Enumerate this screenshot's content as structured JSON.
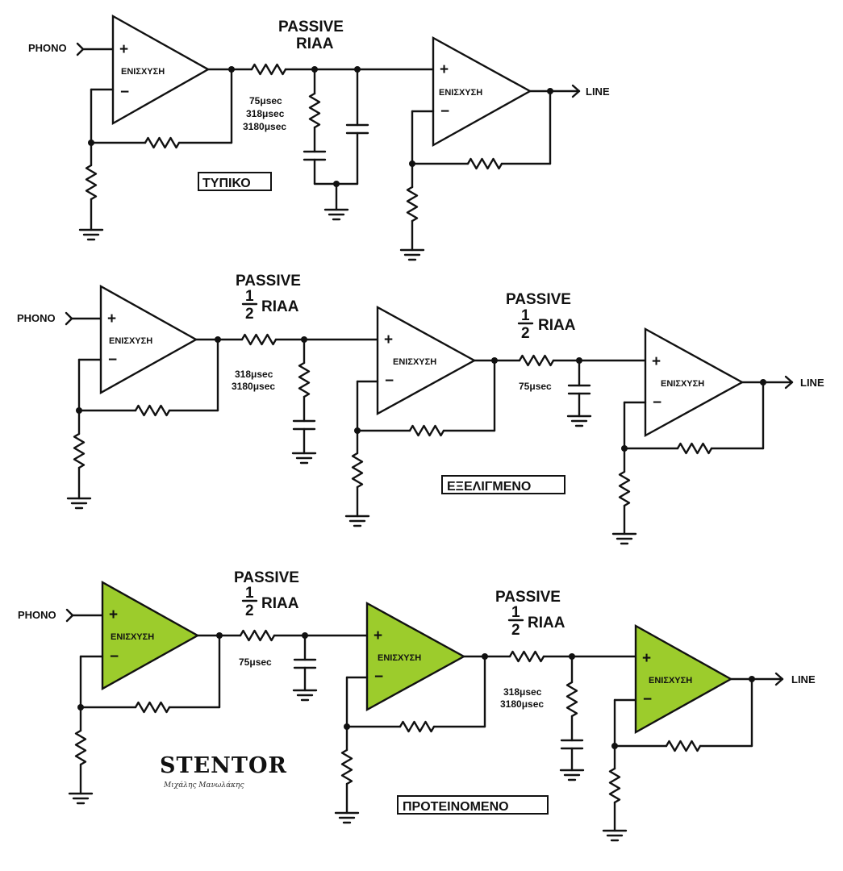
{
  "labels": {
    "phono": "PHONO",
    "line": "LINE",
    "amp": "ΕΝΙΣΧΥΣΗ",
    "plus": "+",
    "minus": "−",
    "passive": "PASSIVE",
    "riaa": "RIAA",
    "half_num": "1",
    "half_den": "2",
    "t75": "75μsec",
    "t318": "318μsec",
    "t3180": "3180μsec"
  },
  "titles": {
    "typical": "ΤΥΠΙΚΟ",
    "evolved": "ΕΞΕΛΙΓΜΕΝΟ",
    "proposed": "ΠΡΟΤΕΙΝΟΜΕΝΟ"
  },
  "logo": {
    "text": "STENTOR",
    "signature": "Μιχάλης Μανωλάκης"
  },
  "colors": {
    "amp_highlight": "#9ccc2c",
    "wire": "#111111"
  }
}
